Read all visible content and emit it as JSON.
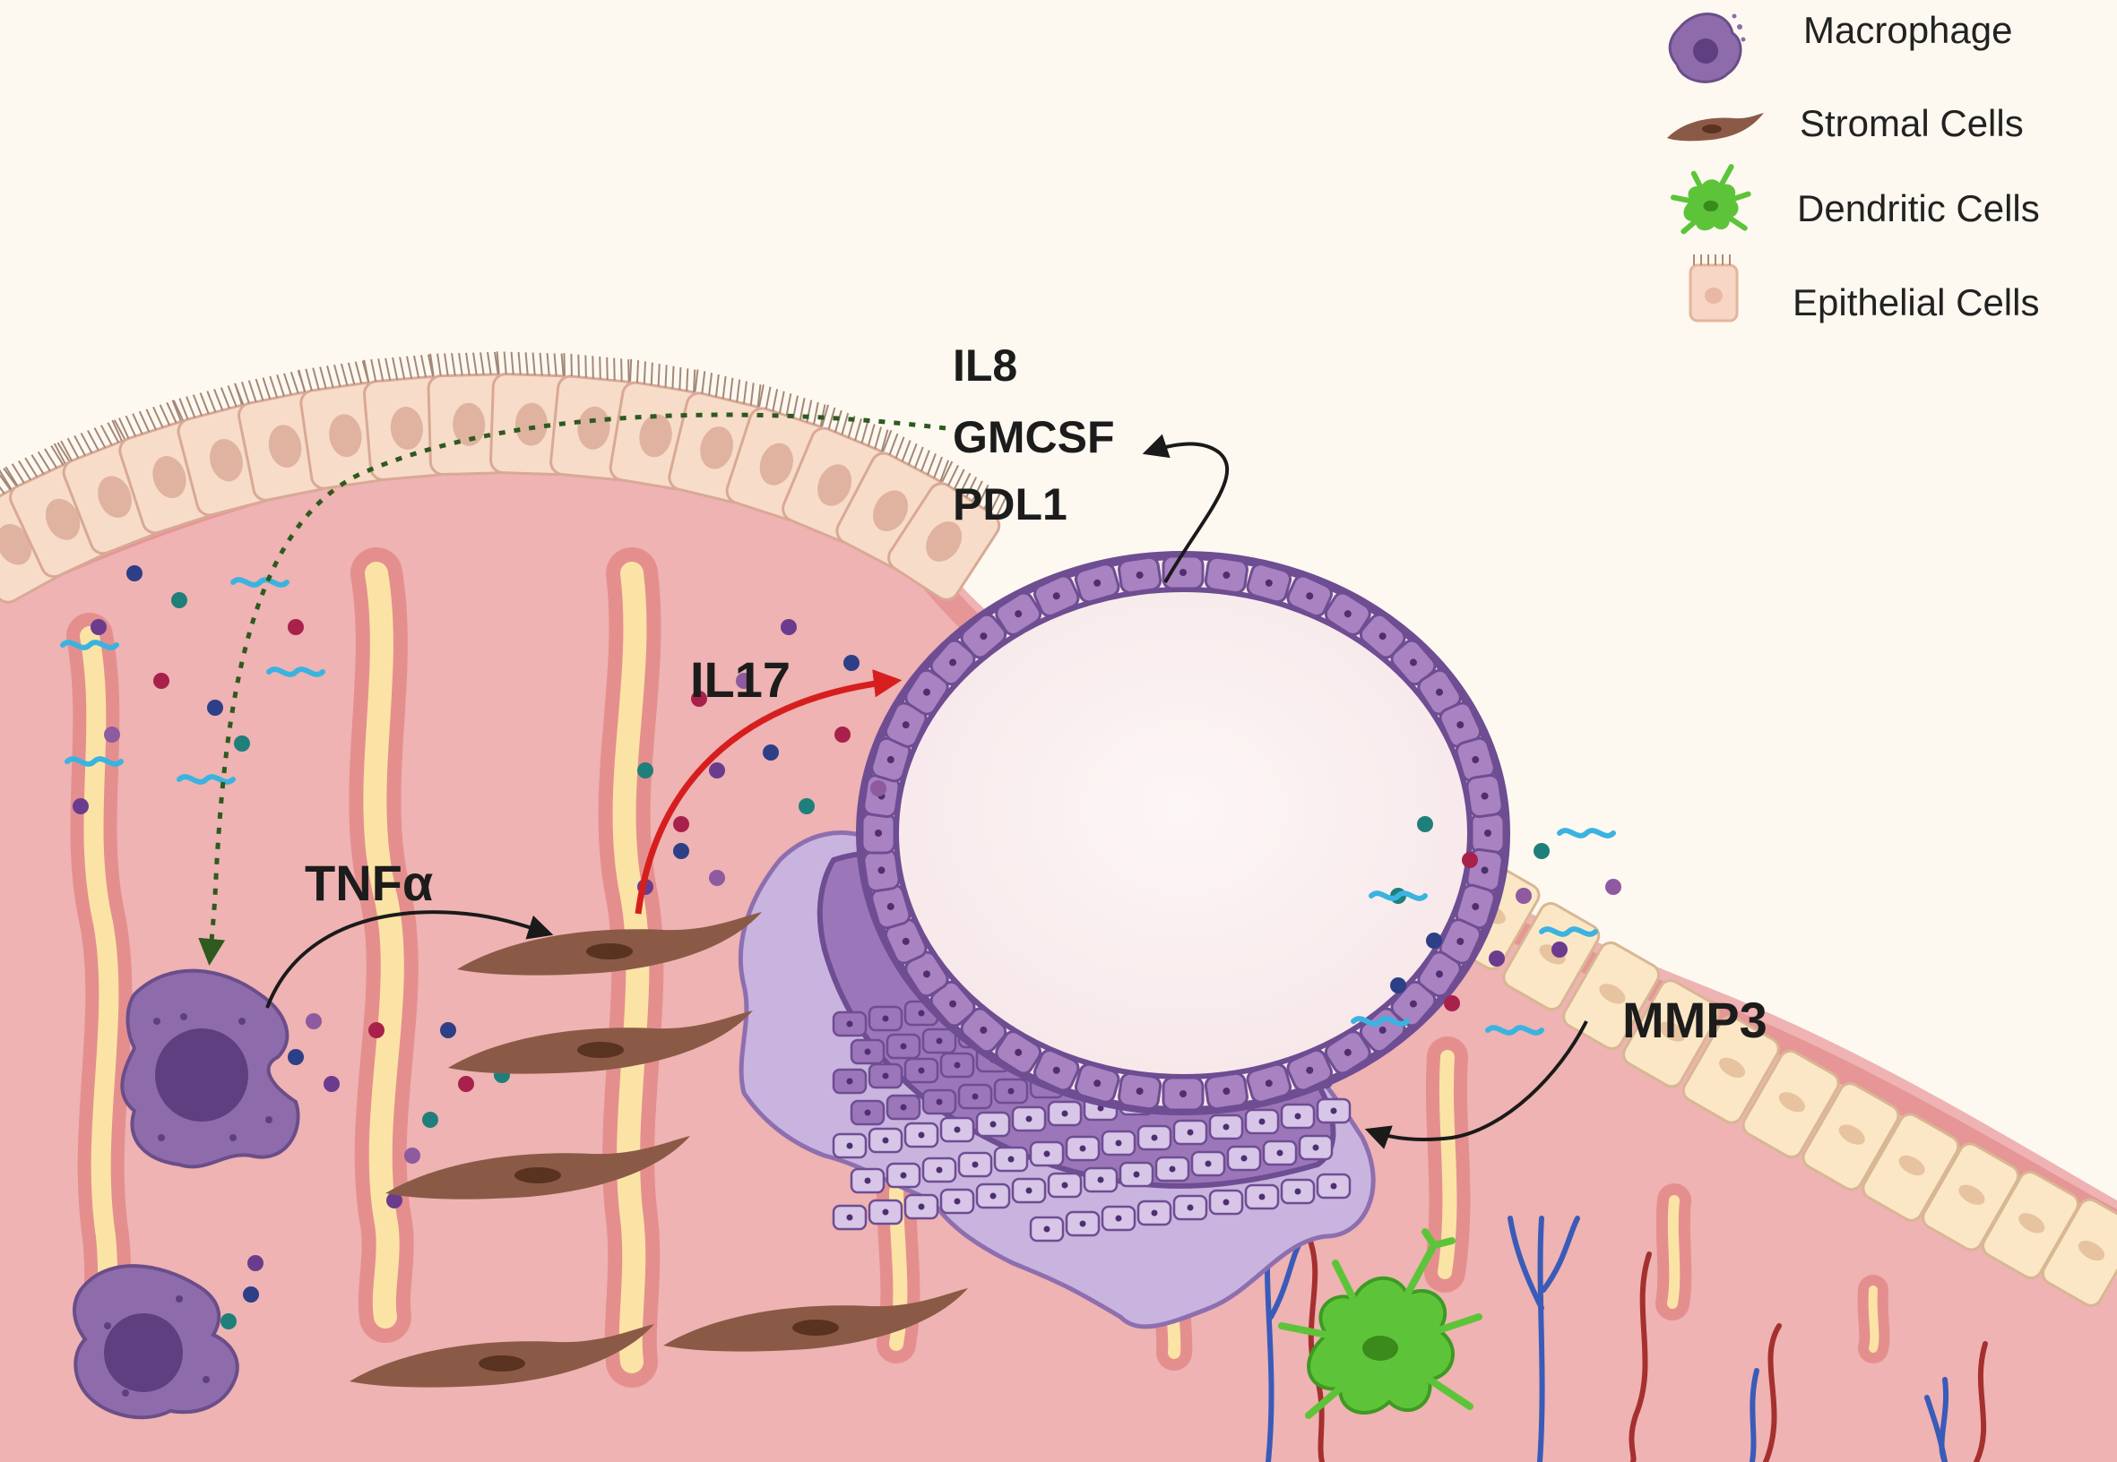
{
  "legend": {
    "items": [
      {
        "label": "Macrophage",
        "icon": "macrophage-icon",
        "color": "#8e6cab"
      },
      {
        "label": "Stromal Cells",
        "icon": "stromal-cell-icon",
        "color": "#8b5a46"
      },
      {
        "label": "Dendritic Cells",
        "icon": "dendritic-cell-icon",
        "color": "#5dc43a"
      },
      {
        "label": "Epithelial Cells",
        "icon": "epithelial-cell-icon",
        "color": "#f7d6c5"
      }
    ]
  },
  "labels": {
    "il8": "IL8",
    "gmcsf": "GMCSF",
    "pdl1": "PDL1",
    "il17": "IL17",
    "tnfa": "TNFα",
    "mmp3": "MMP3"
  },
  "colors": {
    "background": "#fdf9f1",
    "tissue": "#eeb3b2",
    "tissue_edge": "#e48f8e",
    "epithelium": "#f7dcc9",
    "gland_lumen": "#fbe3a6",
    "cyst_wall": "#a882c1",
    "cyst_lumen": "#fbf1f1",
    "lesion_blue": "#5fa3c1",
    "macrophage": "#8e6cab",
    "stromal": "#8b5a46",
    "dendritic": "#5dc43a",
    "il17_arrow": "#d71e1e",
    "dotted_arrow": "#2e5a1e",
    "vessel_blue": "#3a5bb8",
    "vessel_red": "#a53030"
  }
}
